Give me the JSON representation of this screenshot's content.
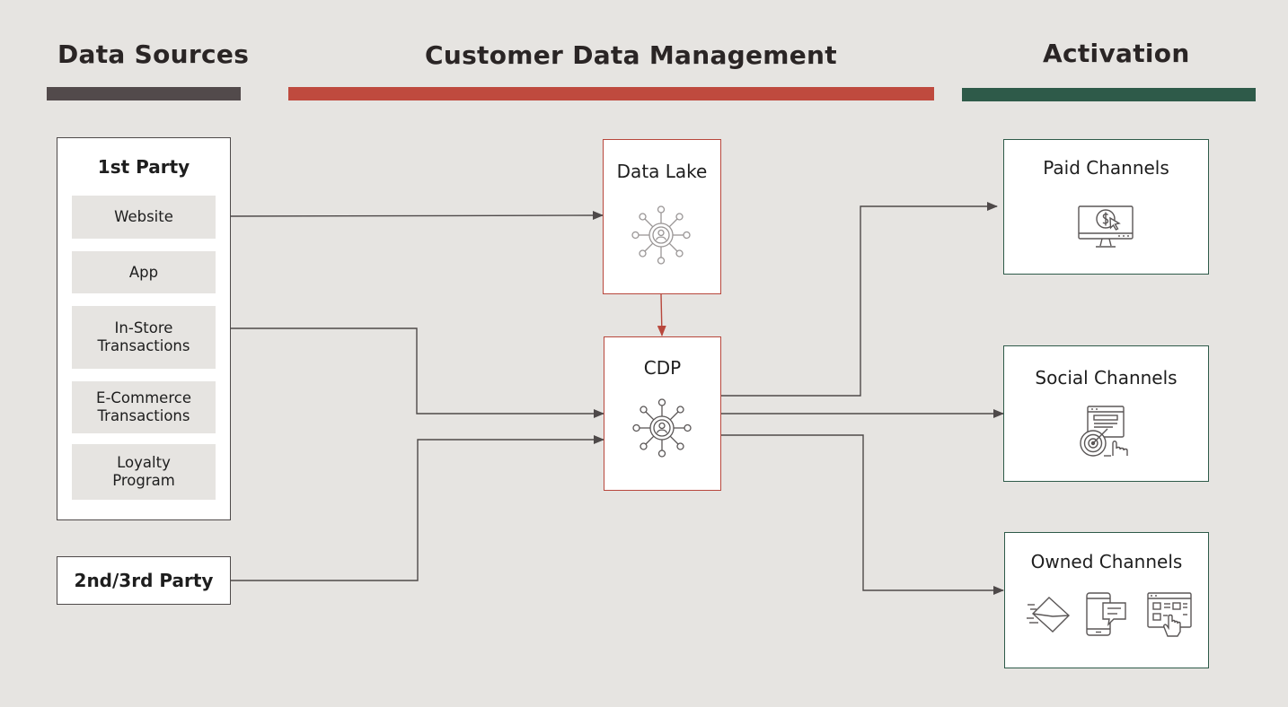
{
  "headings": {
    "data_sources": "Data Sources",
    "customer_data_management": "Customer Data Management",
    "activation": "Activation"
  },
  "colors": {
    "background": "#e6e4e1",
    "data_sources_bar": "#524a4b",
    "management_bar": "#bf4a3e",
    "activation_bar": "#2e5a49"
  },
  "sources": {
    "first_party": {
      "title": "1st Party",
      "items": [
        "Website",
        "App",
        "In-Store\nTransactions",
        "E-Commerce\nTransactions",
        "Loyalty\nProgram"
      ]
    },
    "other_party": {
      "title": "2nd/3rd Party"
    }
  },
  "management": {
    "data_lake": {
      "title": "Data Lake",
      "icon": "network-user-icon"
    },
    "cdp": {
      "title": "CDP",
      "icon": "network-user-icon"
    }
  },
  "activation": {
    "paid": {
      "title": "Paid Channels",
      "icons": [
        "monitor-dollar-cursor-icon"
      ]
    },
    "social": {
      "title": "Social  Channels",
      "icons": [
        "target-touch-icon"
      ]
    },
    "owned": {
      "title": "Owned Channels",
      "icons": [
        "email-send-icon",
        "mobile-chat-icon",
        "web-layout-click-icon"
      ]
    }
  }
}
